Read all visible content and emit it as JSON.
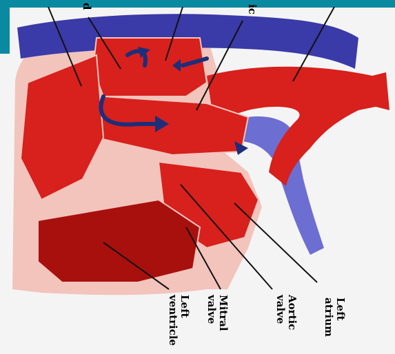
{
  "frame": {
    "accent_color": "#0a8aa0"
  },
  "labels": [
    {
      "id": "left-atrium",
      "lines": [
        "Left",
        "atrium"
      ]
    },
    {
      "id": "aortic-valve",
      "lines": [
        "Aortic",
        "valve"
      ]
    },
    {
      "id": "mitral-valve",
      "lines": [
        "Mitral",
        "valve"
      ]
    },
    {
      "id": "left-ventricle",
      "lines": [
        "Left",
        "ventricle"
      ]
    },
    {
      "id": "top-partial-1",
      "lines": [
        "d"
      ]
    },
    {
      "id": "top-partial-2",
      "lines": [
        "ic"
      ]
    }
  ],
  "colors": {
    "muscle": "#d8201c",
    "muscle_dark": "#a8100e",
    "pericardium": "#f2c4bc",
    "vein": "#3a3aa8",
    "vein_light": "#6d6ed2",
    "flow_arrow": "#1d2e7a",
    "leader": "#111111"
  },
  "icons": [
    "flow-arrow-icon"
  ]
}
